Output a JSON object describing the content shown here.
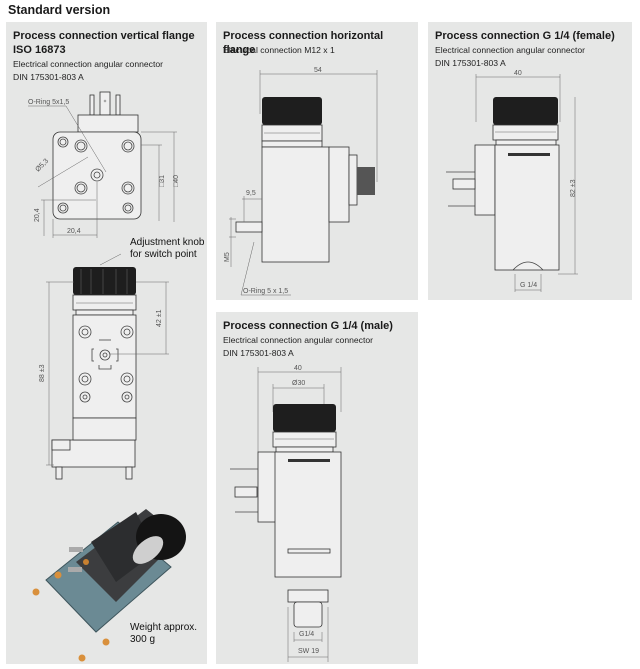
{
  "heading": "Standard version",
  "panels": {
    "vertical_flange": {
      "title_line1": "Process connection vertical flange",
      "title_line2": "ISO 16873",
      "sub1": "Electrical connection angular connector",
      "sub2": "DIN 175301-803 A",
      "dims": {
        "oring": "O-Ring 5x1,5",
        "hole_dia": "Ø5,3",
        "h1": "20,4",
        "w1": "20,4",
        "sq31": "□31",
        "sq40": "□40",
        "h42": "42 ±1",
        "h88": "88 ±3"
      },
      "knob_note_line1": "Adjustment knob",
      "knob_note_line2": "for switch point",
      "weight_line1": "Weight approx.",
      "weight_line2": "300 g"
    },
    "horizontal_flange": {
      "title": "Process connection horizontal flange",
      "sub1": "Electrical connection M12 x 1",
      "dims": {
        "w54": "54",
        "d95": "9,5",
        "m5": "M5",
        "oring": "O-Ring 5 x 1,5"
      }
    },
    "g14_female": {
      "title": "Process connection G 1/4 (female)",
      "sub1": "Electrical connection angular connector",
      "sub2": "DIN 175301-803 A",
      "dims": {
        "w40": "40",
        "h82": "82 ±3",
        "thread": "G 1/4"
      }
    },
    "g14_male": {
      "title": "Process connection G 1/4 (male)",
      "sub1": "Electrical connection angular connector",
      "sub2": "DIN 175301-803 A",
      "dims": {
        "w40": "40",
        "d30": "Ø30",
        "thread": "G1/4",
        "sw": "SW 19"
      }
    }
  }
}
